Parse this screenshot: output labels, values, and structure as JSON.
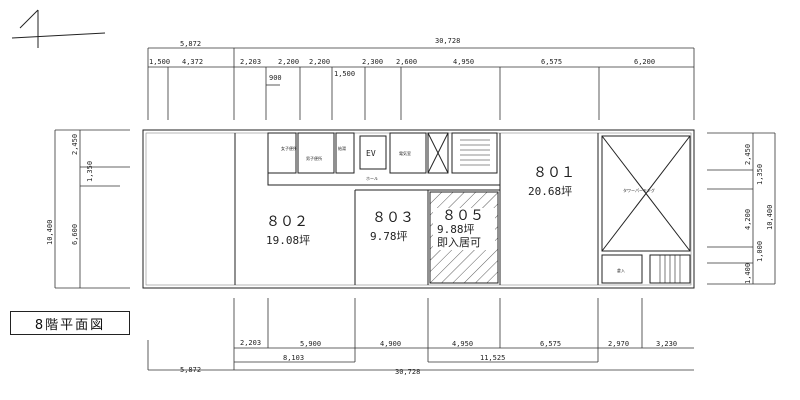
{
  "title": "8階平面図",
  "units": [
    {
      "number": "８０１",
      "area": "20.68坪"
    },
    {
      "number": "８０２",
      "area": "19.08坪"
    },
    {
      "number": "８０３",
      "area": "9.78坪"
    },
    {
      "number": "８０５",
      "area": "9.88坪",
      "note": "即入居可"
    }
  ],
  "rooms": {
    "womens_wc": "女子便所",
    "mens_wc": "男子便所",
    "kitchenette": "給湯",
    "elevator": "EV",
    "electric_room": "電気室",
    "hall": "ホール",
    "tower_parking": "タワーパーキング",
    "storage": "倉入"
  },
  "dimensions": {
    "top_total": "30,728",
    "top_left": "5,872",
    "top_segments": [
      "1,500",
      "4,372",
      "2,203",
      "2,200",
      "2,200",
      "2,300",
      "2,600",
      "4,950",
      "6,575",
      "6,200"
    ],
    "top_small": [
      "900",
      "1,500"
    ],
    "bottom_segments": [
      "2,203",
      "5,900",
      "4,900",
      "4,950",
      "6,575",
      "2,970",
      "3,230"
    ],
    "bottom_groups": [
      "8,103",
      "11,525"
    ],
    "bottom_left": "5,872",
    "bottom_total": "30,728",
    "left": [
      "10,400",
      "6,600",
      "2,450",
      "1,350"
    ],
    "right": [
      "2,450",
      "1,350",
      "4,200",
      "1,000",
      "1,400",
      "10,400"
    ]
  }
}
